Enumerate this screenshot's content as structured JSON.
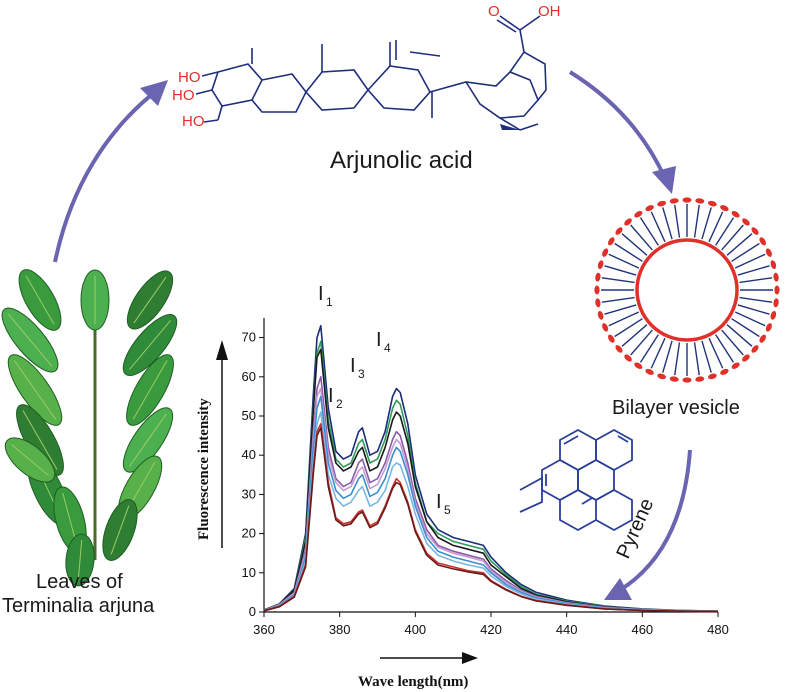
{
  "molecule": {
    "name": "Arjunolic acid",
    "groups": {
      "ho1": "HO",
      "ho2": "HO",
      "ho3": "HO",
      "carboxyl_o": "O",
      "carboxyl_oh": "OH"
    }
  },
  "vesicle_label": "Bilayer vesicle",
  "pyrene_label": "Pyrene",
  "leaves_label": {
    "line1": "Leaves of",
    "line2": "Terminalia arjuna"
  },
  "peaks": {
    "i1": "I",
    "i1_sub": "1",
    "i2": "I",
    "i2_sub": "2",
    "i3": "I",
    "i3_sub": "3",
    "i4": "I",
    "i4_sub": "4",
    "i5": "I",
    "i5_sub": "5"
  },
  "colors": {
    "arrow": "#6b64b0",
    "molecule_bond": "#1f2f7a",
    "oxygen": "#e0302a",
    "lipid_tail": "#22337a",
    "lipid_head": "#e0302a",
    "pyrene": "#2a3f9a"
  },
  "chart_data": {
    "type": "line",
    "xlabel": "Wave length(nm)",
    "ylabel": "Fluorescence intensity",
    "xlim": [
      360,
      480
    ],
    "ylim": [
      0,
      75
    ],
    "x_ticks": [
      "360",
      "380",
      "400",
      "420",
      "440",
      "460",
      "480"
    ],
    "y_ticks": [
      "0",
      "10",
      "20",
      "30",
      "40",
      "50",
      "60",
      "70"
    ],
    "grid": false,
    "legend": "none",
    "x": [
      360,
      364,
      368,
      371,
      373,
      374,
      375,
      377,
      379,
      381,
      383,
      385,
      386,
      388,
      390,
      392,
      394,
      395,
      396,
      398,
      400,
      403,
      406,
      410,
      414,
      418,
      420,
      424,
      428,
      432,
      440,
      450,
      460,
      470,
      480
    ],
    "series": [
      {
        "color": "#1b2d7a",
        "values": [
          0.5,
          2,
          6,
          20,
          55,
          70,
          73,
          52,
          41,
          39,
          40,
          46,
          47,
          40,
          41,
          46,
          55,
          57,
          56,
          48,
          35,
          25,
          21,
          19,
          18,
          17,
          14,
          10,
          7,
          5,
          3,
          1.5,
          0.8,
          0.4,
          0.2
        ]
      },
      {
        "color": "#2f9a5b",
        "values": [
          0.5,
          2,
          5.5,
          19,
          52,
          66,
          69,
          49,
          39,
          37,
          38,
          43,
          44,
          38,
          39,
          44,
          52,
          54,
          53,
          45,
          33,
          23,
          20,
          18,
          17,
          16,
          13,
          9.5,
          6.5,
          4.5,
          2.8,
          1.4,
          0.7,
          0.4,
          0.2
        ]
      },
      {
        "color": "#1a1a1a",
        "values": [
          0.5,
          2,
          5.5,
          18,
          51,
          65,
          67,
          47,
          38,
          36,
          37,
          41,
          42,
          36,
          37,
          42,
          49,
          51,
          50,
          43,
          32,
          23,
          19,
          17,
          16,
          15,
          12,
          9,
          6,
          4.3,
          2.6,
          1.3,
          0.7,
          0.3,
          0.2
        ]
      },
      {
        "color": "#8a5aa8",
        "values": [
          0.4,
          1.8,
          5,
          16,
          46,
          57,
          60,
          42,
          34,
          32,
          33,
          38,
          39,
          33,
          34,
          38,
          44,
          46,
          45,
          38,
          29,
          21,
          17,
          15.5,
          14.5,
          13.5,
          11,
          8,
          5.5,
          4,
          2.4,
          1.2,
          0.6,
          0.3,
          0.2
        ]
      },
      {
        "color": "#c69bd2",
        "values": [
          0.4,
          1.8,
          4.8,
          15,
          44,
          55,
          57,
          40,
          33,
          31,
          32,
          36,
          37,
          31.5,
          32.5,
          36.5,
          42,
          44,
          43,
          36.5,
          28,
          20,
          16.5,
          15,
          14,
          13,
          10.5,
          7.5,
          5.3,
          3.8,
          2.3,
          1.1,
          0.6,
          0.3,
          0.2
        ]
      },
      {
        "color": "#3a8fcf",
        "values": [
          0.4,
          1.6,
          4.5,
          14,
          42,
          52,
          55,
          38,
          31,
          29,
          30,
          34,
          35,
          29.5,
          30.5,
          34,
          40,
          42,
          41,
          35,
          27,
          19,
          15.5,
          14,
          13,
          12,
          10,
          7,
          5,
          3.6,
          2.2,
          1,
          0.5,
          0.3,
          0.2
        ]
      },
      {
        "color": "#7ab6e3",
        "values": [
          0.3,
          1.5,
          4.2,
          13,
          38,
          48,
          51,
          35,
          29,
          27,
          28,
          31,
          32,
          27,
          28,
          31,
          37,
          38,
          37.5,
          32,
          25,
          17.5,
          14.5,
          13,
          12,
          11.2,
          9.2,
          6.5,
          4.6,
          3.3,
          2,
          0.9,
          0.5,
          0.2,
          0.1
        ]
      },
      {
        "color": "#c8302c",
        "values": [
          0.3,
          1.4,
          4,
          12,
          36,
          46,
          48,
          33,
          24,
          22.5,
          23,
          25.5,
          26,
          22,
          23,
          27,
          32,
          34,
          33,
          28,
          21,
          15,
          12.5,
          11.5,
          10.5,
          10,
          8,
          5.8,
          4,
          2.9,
          1.8,
          0.8,
          0.4,
          0.2,
          0.1
        ]
      },
      {
        "color": "#6b1a1a",
        "values": [
          0.3,
          1.3,
          3.8,
          11.5,
          35,
          45,
          47,
          32,
          23.5,
          22,
          22.5,
          25,
          25.5,
          21.5,
          22.5,
          26.5,
          31.5,
          33,
          32.5,
          27.5,
          20.5,
          14.5,
          12,
          11,
          10.2,
          9.6,
          7.8,
          5.6,
          3.9,
          2.8,
          1.7,
          0.8,
          0.4,
          0.2,
          0.1
        ]
      }
    ]
  }
}
